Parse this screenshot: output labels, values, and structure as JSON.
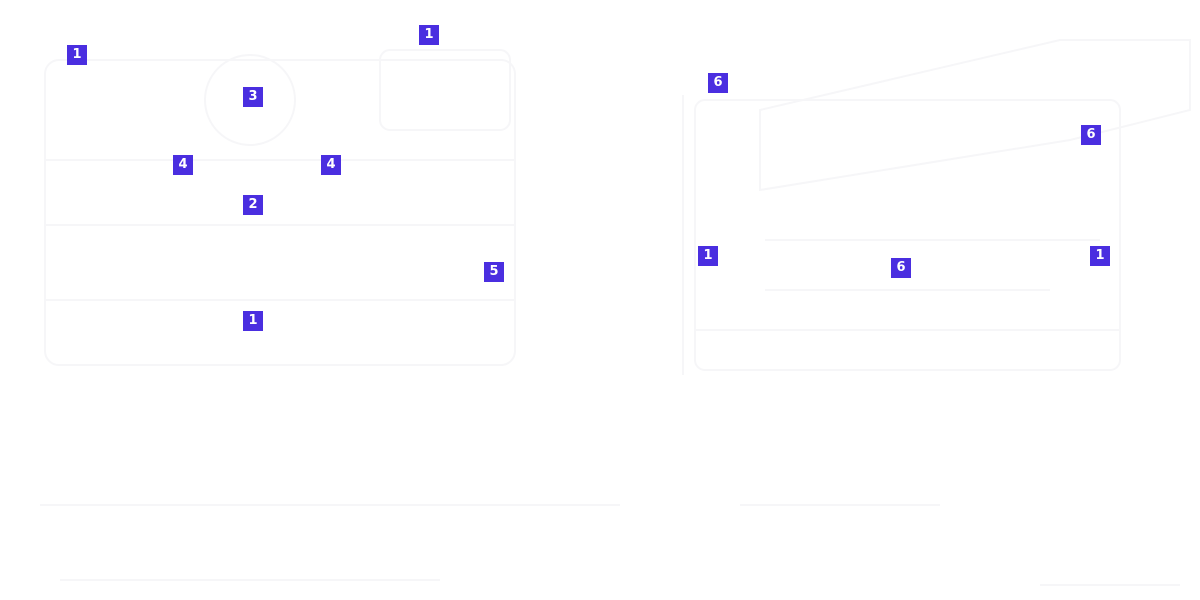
{
  "markers": {
    "left": [
      {
        "label": "1"
      },
      {
        "label": "1"
      },
      {
        "label": "3"
      },
      {
        "label": "4"
      },
      {
        "label": "4"
      },
      {
        "label": "2"
      },
      {
        "label": "5"
      },
      {
        "label": "1"
      }
    ],
    "right": [
      {
        "label": "6"
      },
      {
        "label": "6"
      },
      {
        "label": "1"
      },
      {
        "label": "6"
      },
      {
        "label": "1"
      }
    ]
  },
  "colors": {
    "marker_fill": "#4a2ee0",
    "marker_text": "#ffffff",
    "background": "#ffffff",
    "faint_line": "#f4f4f7"
  }
}
